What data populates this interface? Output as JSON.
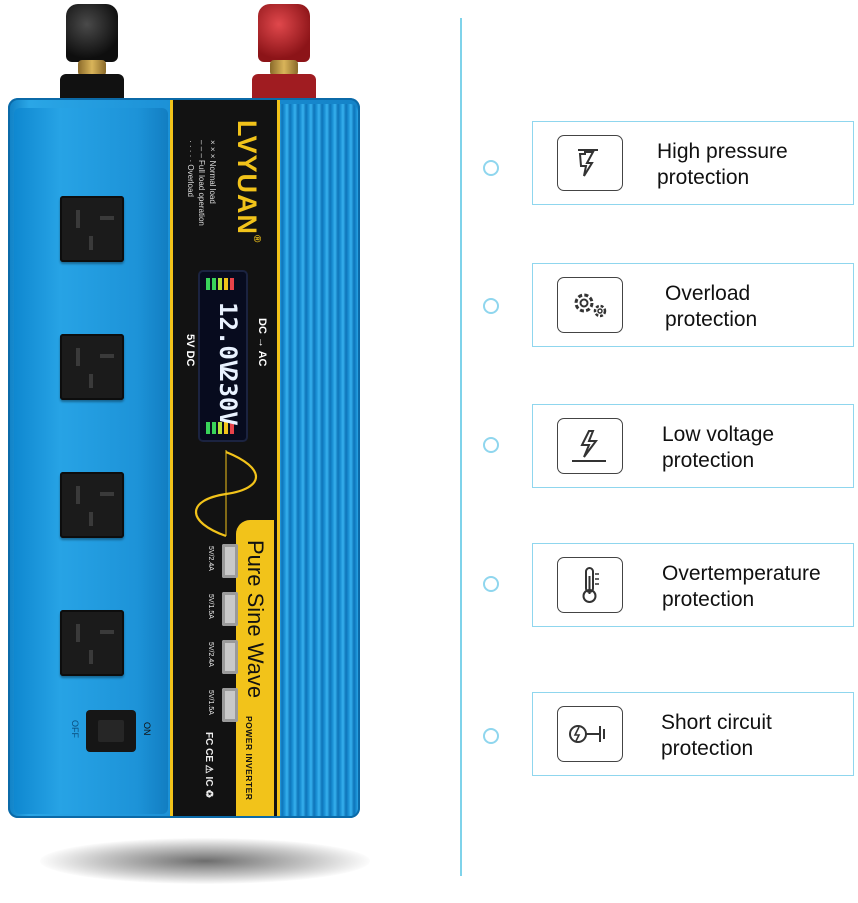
{
  "product": {
    "brand": "LVYUAN",
    "brand_mark": "®",
    "indicator_legend": [
      "× × ×  Normal load",
      "– – – Full load operation",
      "· · · · · Overload"
    ],
    "dc_ac": "DC → AC",
    "dc_voltage": "5V DC",
    "lcd_in": "12.0V",
    "lcd_out": "230V",
    "wave_text": "Pure Sine Wave",
    "inverter_text": "POWER INVERTER",
    "usb_labels": [
      "5V/2.4A",
      "5V/1.5A",
      "5V/2.4A",
      "5V/1.5A"
    ],
    "switch_off": "OFF",
    "switch_on": "ON",
    "cert_marks": "FC CE ⚠ IC ♻",
    "colors": {
      "housing": "#1b8fd5",
      "accent": "#f2c31a",
      "panel": "#121212",
      "positive_terminal": "#c0262b",
      "negative_terminal": "#1a1a1a"
    }
  },
  "features": [
    {
      "icon": "high-voltage-icon",
      "label_line1": "High pressure",
      "label_line2": "protection"
    },
    {
      "icon": "gears-icon",
      "label_line1": "Overload",
      "label_line2": "protection"
    },
    {
      "icon": "low-voltage-icon",
      "label_line1": "Low voltage",
      "label_line2": "protection"
    },
    {
      "icon": "thermometer-icon",
      "label_line1": "Overtemperature",
      "label_line2": "protection"
    },
    {
      "icon": "short-circuit-icon",
      "label_line1": "Short circuit",
      "label_line2": "protection"
    }
  ],
  "theme": {
    "outline": "#8fd6ee",
    "divider": "#7fd3ea"
  }
}
